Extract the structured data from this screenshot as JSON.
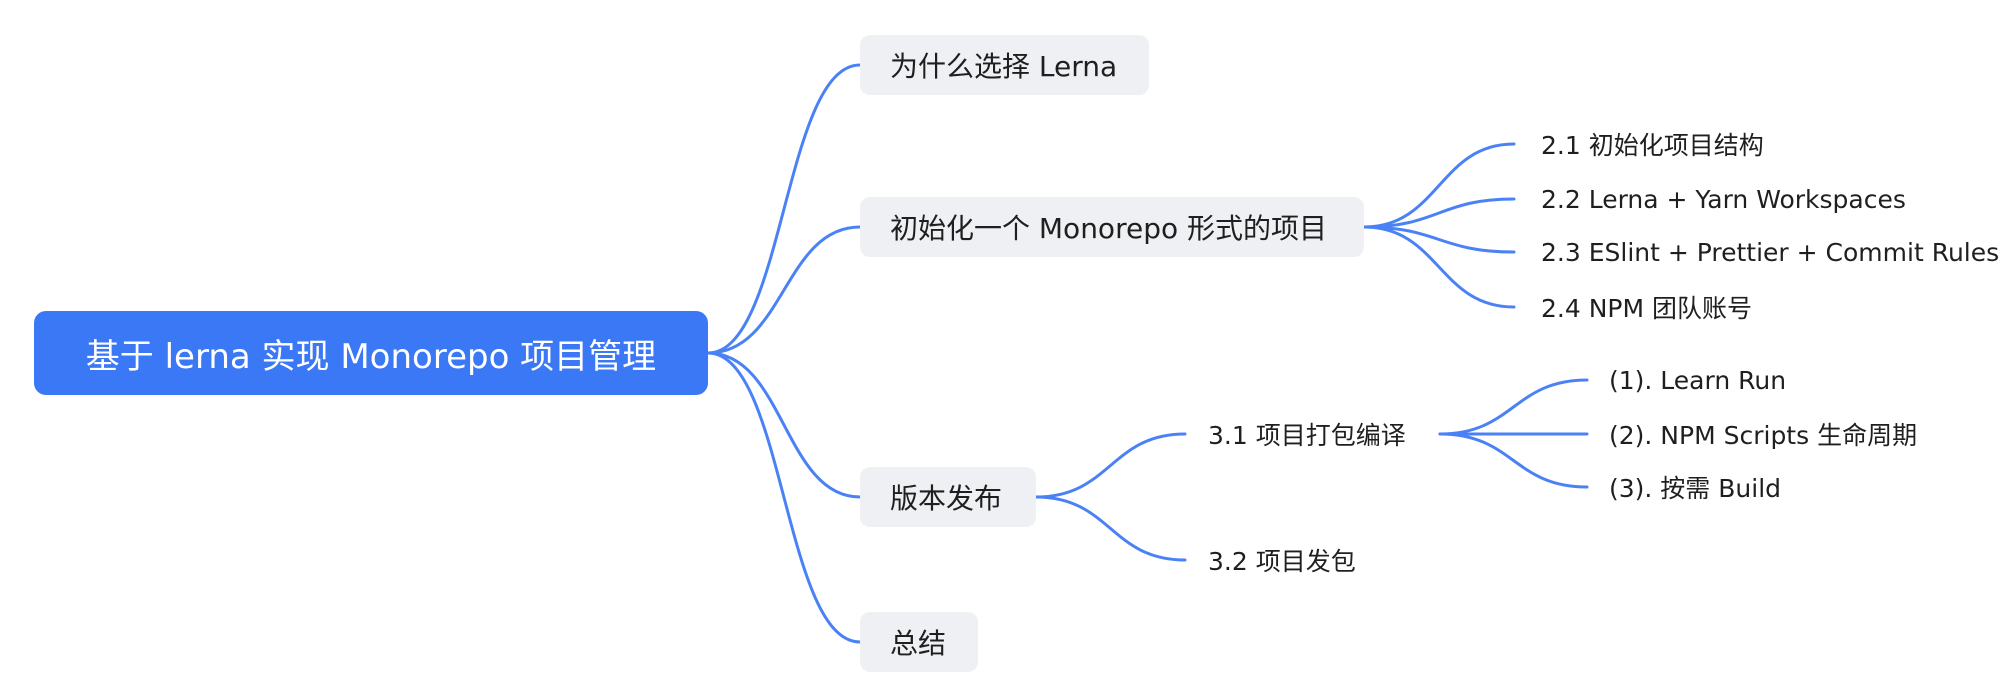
{
  "mindmap": {
    "root": "基于 lerna 实现 Monorepo 项目管理",
    "branches": [
      {
        "label": "为什么选择 Lerna",
        "children": []
      },
      {
        "label": "初始化一个 Monorepo 形式的项目",
        "children": [
          {
            "label": "2.1 初始化项目结构"
          },
          {
            "label": "2.2 Lerna + Yarn Workspaces"
          },
          {
            "label": "2.3 ESlint + Prettier + Commit Rules"
          },
          {
            "label": "2.4 NPM 团队账号"
          }
        ]
      },
      {
        "label": "版本发布",
        "children": [
          {
            "label": "3.1 项目打包编译",
            "children": [
              {
                "label": "(1). Learn Run"
              },
              {
                "label": "(2). NPM Scripts 生命周期"
              },
              {
                "label": "(3). 按需 Build"
              }
            ]
          },
          {
            "label": "3.2 项目发包"
          }
        ]
      },
      {
        "label": "总结",
        "children": []
      }
    ]
  },
  "colors": {
    "root_bg": "#3b78f5",
    "connector": "#4a82f6",
    "node_bg": "#eef0f3"
  }
}
